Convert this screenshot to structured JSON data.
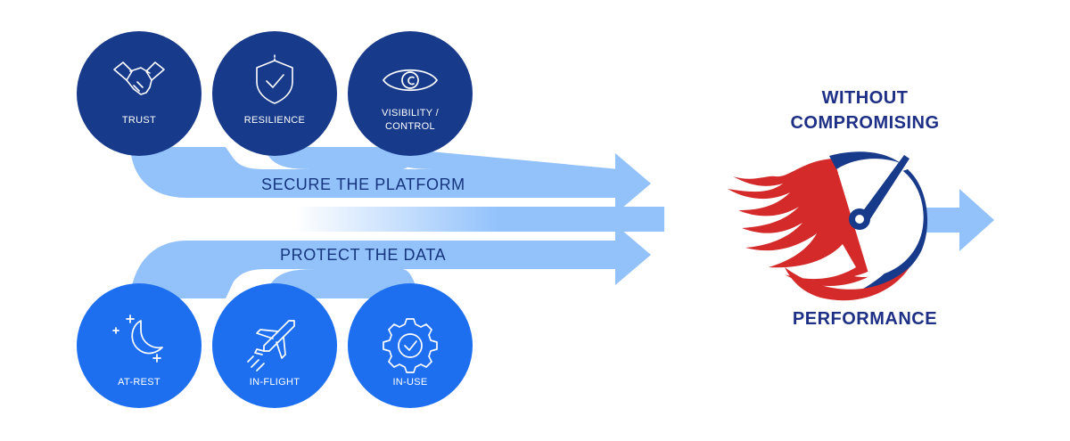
{
  "pillars_top": [
    {
      "label": "TRUST",
      "icon": "handshake-icon"
    },
    {
      "label": "RESILIENCE",
      "icon": "shield-check-icon"
    },
    {
      "label": "VISIBILITY / CONTROL",
      "label_line1": "VISIBILITY /",
      "label_line2": "CONTROL",
      "icon": "eye-icon"
    }
  ],
  "pillars_bottom": [
    {
      "label": "AT-REST",
      "icon": "moon-stars-icon"
    },
    {
      "label": "IN-FLIGHT",
      "icon": "airplane-icon"
    },
    {
      "label": "IN-USE",
      "icon": "gear-check-icon"
    }
  ],
  "bands": {
    "top": "SECURE THE PLATFORM",
    "bottom": "PROTECT THE DATA"
  },
  "performance": {
    "heading_line1": "WITHOUT",
    "heading_line2": "COMPROMISING",
    "footer": "PERFORMANCE",
    "icon": "flaming-speedometer-icon"
  },
  "colors": {
    "dark_navy": "#173a8a",
    "bright_blue": "#1e6ff0",
    "arrow_blue": "#93c2fb",
    "flame_red": "#d42a2a",
    "text_navy": "#1e2f86"
  }
}
